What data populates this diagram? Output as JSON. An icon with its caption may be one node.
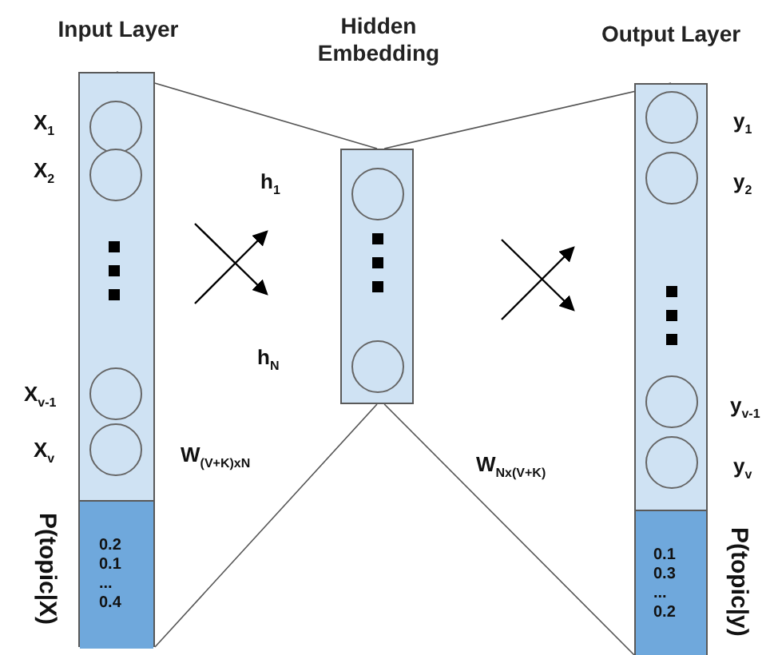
{
  "diagram": {
    "nodes": [
      {
        "text": [
          "Input Layer"
        ]
      },
      {
        "text": [],
        "shape": "circle",
        "in": 0,
        "beside": [
          "X$_{1}$"
        ]
      },
      {
        "text": [],
        "shape": "circle",
        "in": 0,
        "beside": [
          "X$_{2}$"
        ]
      },
      {
        "text": [],
        "shape": "circle",
        "in": 0,
        "beside": [
          "X$_{v-1}$"
        ]
      },
      {
        "text": [],
        "shape": "circle",
        "in": 0,
        "beside": [
          "X$_{v}$"
        ]
      },
      {
        "text": [
          "0.2 0.1 ... 0.4"
        ],
        "in": 0,
        "beside": [
          "P(topic|X)"
        ]
      },
      {
        "text": [
          "Hidden Embedding"
        ]
      },
      {
        "text": [],
        "shape": "circle",
        "in": 6,
        "beside": [
          "h$_{1}$"
        ]
      },
      {
        "text": [],
        "shape": "circle",
        "in": 6,
        "beside": [
          "h$_{N}$"
        ]
      },
      {
        "text": [
          "Output Layer"
        ]
      },
      {
        "text": [],
        "shape": "circle",
        "in": 9,
        "beside": [
          "y$_{1}$"
        ]
      },
      {
        "text": [],
        "shape": "circle",
        "in": 9,
        "beside": [
          "y$_{2}$"
        ]
      },
      {
        "text": [],
        "shape": "circle",
        "in": 9,
        "beside": [
          "y$_{v-1}$"
        ]
      },
      {
        "text": [],
        "shape": "circle",
        "in": 9,
        "beside": [
          "y$_{v}$"
        ]
      },
      {
        "text": [
          "0.1 0.3 ... 0.2"
        ],
        "in": 9,
        "beside": [
          "P(topic|y)"
        ]
      }
    ],
    "edges": [
      {
        "from": 0,
        "to": 6,
        "arrow": "none"
      },
      {
        "from": 0,
        "to": 6,
        "arrow": "none"
      },
      {
        "from": 6,
        "to": 9,
        "arrow": "none"
      },
      {
        "from": 6,
        "to": 9,
        "arrow": "none"
      }
    ],
    "labels": [
      "W$_{(V+K)xN}$",
      "W$_{Nx(V+K)}$"
    ]
  }
}
